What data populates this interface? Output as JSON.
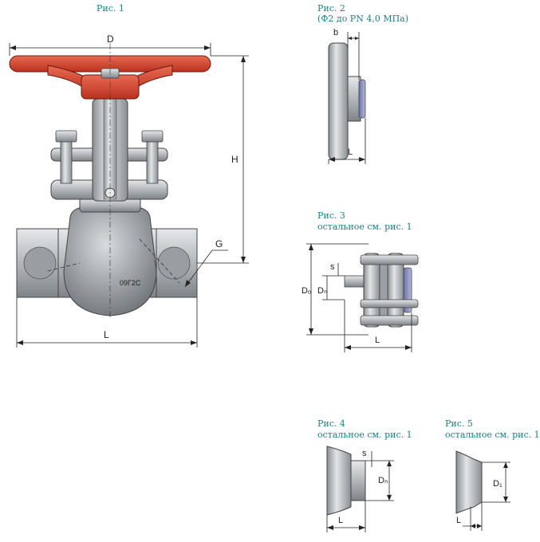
{
  "figures": {
    "fig1": {
      "caption": "Рис. 1",
      "labels": {
        "D": "D",
        "H": "H",
        "G": "G",
        "L": "L"
      },
      "marking": "09Г2С"
    },
    "fig2": {
      "caption": "Рис. 2",
      "note": "(Ф2 до PN 4,0 МПа)",
      "labels": {
        "b": "b",
        "L": "L"
      }
    },
    "fig3": {
      "caption": "Рис. 3",
      "note": "остальное см. рис. 1",
      "labels": {
        "Do": "Dₒ",
        "Dn": "Dₙ",
        "s": "s",
        "L": "L"
      }
    },
    "fig4": {
      "caption": "Рис. 4",
      "note": "остальное см. рис. 1",
      "labels": {
        "s": "s",
        "Dn": "Dₙ",
        "L": "L"
      }
    },
    "fig5": {
      "caption": "Рис. 5",
      "note": "остальное см. рис. 1",
      "labels": {
        "D1": "D₁",
        "L": "L"
      }
    }
  },
  "colors": {
    "caption": "#1a7f80",
    "handwheel": "#d2452f",
    "metal": "#b9bcc0",
    "metal_dark": "#7e8388",
    "line": "#222222"
  }
}
